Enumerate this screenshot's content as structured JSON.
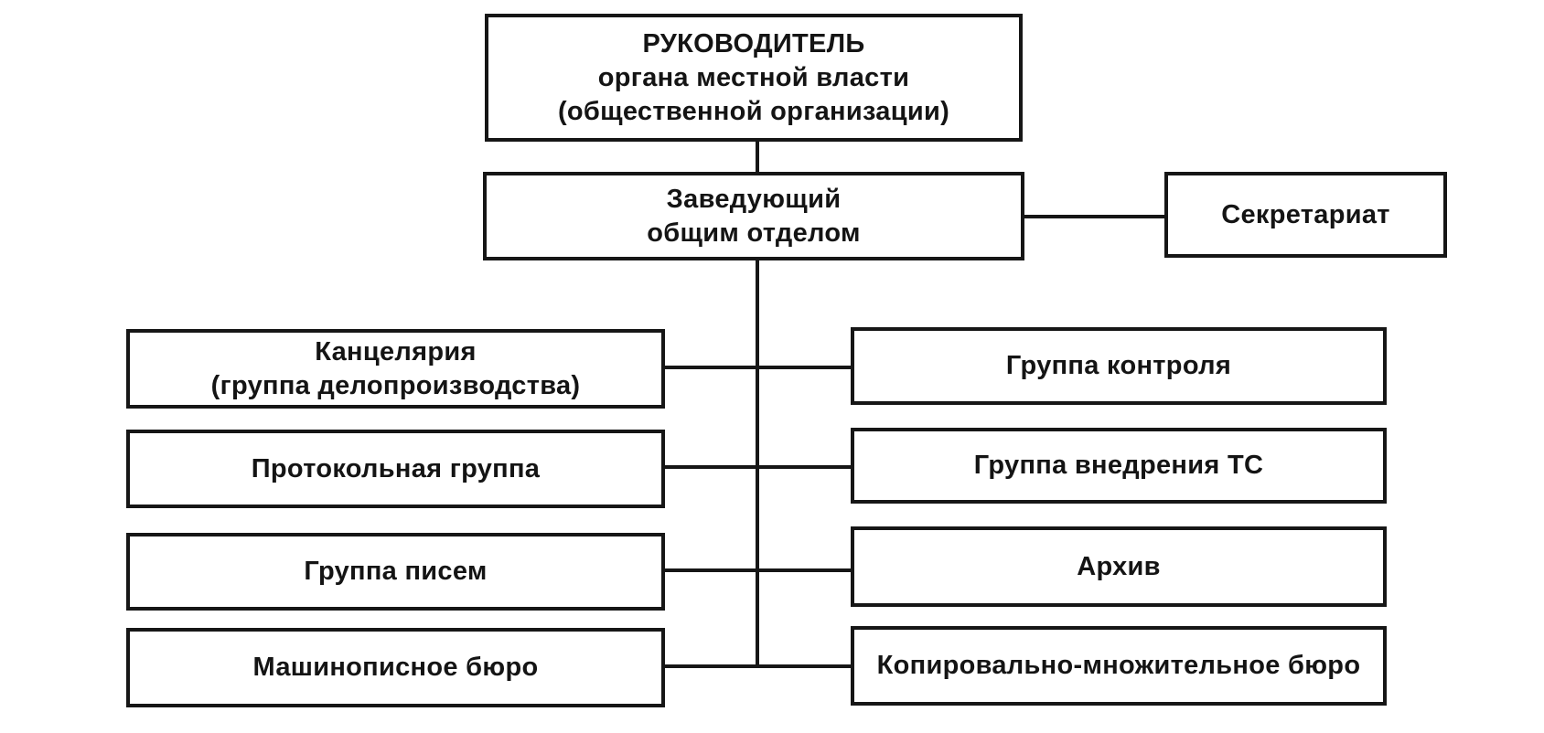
{
  "diagram": {
    "type": "org-chart",
    "language": "ru",
    "colors": {
      "background": "#ffffff",
      "line": "#161616",
      "text": "#141414"
    },
    "nodes": {
      "leader": {
        "lines": [
          "РУКОВОДИТЕЛЬ",
          "органа местной власти",
          "(общественной организации)"
        ]
      },
      "head": {
        "lines": [
          "Заведующий",
          "общим отделом"
        ]
      },
      "secretariat": {
        "label": "Секретариат"
      },
      "left": [
        {
          "lines": [
            "Канцелярия",
            "(группа делопроизводства)"
          ]
        },
        {
          "lines": [
            "Протокольная группа"
          ]
        },
        {
          "lines": [
            "Группа писем"
          ]
        },
        {
          "lines": [
            "Машинописное бюро"
          ]
        }
      ],
      "right": [
        {
          "label": "Группа контроля"
        },
        {
          "label": "Группа внедрения ТС"
        },
        {
          "label": "Архив"
        },
        {
          "label": "Копировально-множительное бюро"
        }
      ]
    },
    "edges": [
      "leader -> head",
      "head -> secretariat",
      "head -> left[0..3]",
      "head -> right[0..3]"
    ]
  }
}
